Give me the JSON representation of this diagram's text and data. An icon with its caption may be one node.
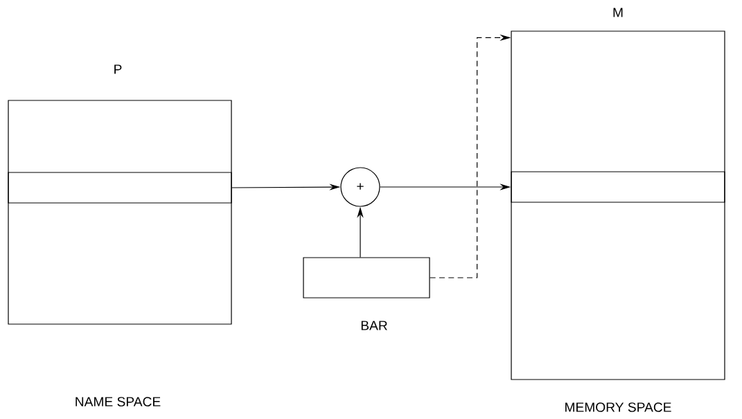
{
  "diagram": {
    "nodes": [
      {
        "text": [
          "P"
        ]
      },
      {
        "text": [],
        "shape": "bar",
        "in": 0
      },
      {
        "text": [
          "+"
        ]
      },
      {
        "text": [
          "BAR"
        ]
      },
      {
        "text": [
          "M"
        ]
      },
      {
        "text": [],
        "shape": "bar",
        "in": 4
      }
    ],
    "edges": [
      {
        "from": 1,
        "to": 2,
        "arrow": "to"
      },
      {
        "from": 2,
        "to": 5,
        "arrow": "to"
      },
      {
        "from": 3,
        "to": 2,
        "arrow": "to"
      },
      {
        "from": 3,
        "to": 4,
        "arrow": "to",
        "style": "dashed"
      }
    ],
    "labels": [
      "NAME SPACE",
      "MEMORY SPACE"
    ]
  }
}
